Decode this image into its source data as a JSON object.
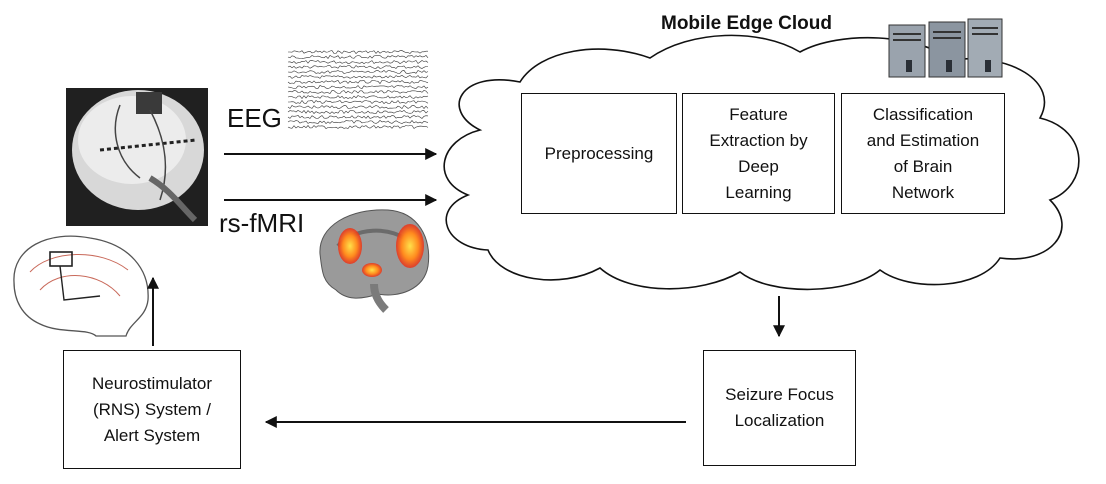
{
  "cloud": {
    "title": "Mobile Edge Cloud",
    "steps": [
      {
        "label": "Preprocessing"
      },
      {
        "label": "Feature\nExtraction by\nDeep\nLearning"
      },
      {
        "label": "Classification\nand Estimation\nof Brain\nNetwork"
      }
    ]
  },
  "inputs": {
    "eeg_label": "EEG",
    "fmri_label": "rs-fMRI"
  },
  "outputs": {
    "localization": "Seizure Focus\nLocalization",
    "stimulator": "Neurostimulator\n(RNS) System /\nAlert System"
  }
}
